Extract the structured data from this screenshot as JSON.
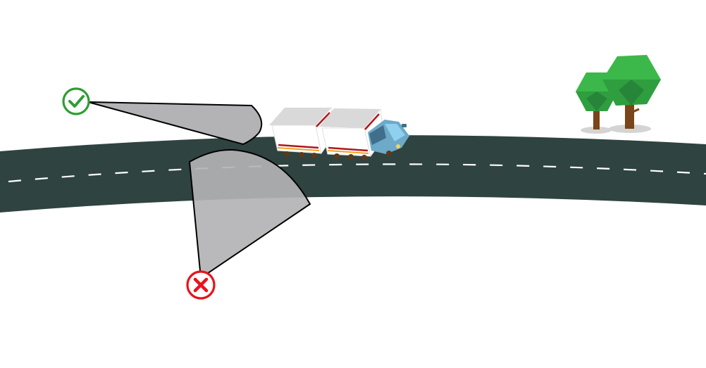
{
  "diagram": {
    "colors": {
      "background": "#ffffff",
      "road": "#2f4340",
      "road_marking": "#ffffff",
      "view_cone_fill": "#b3b2b4",
      "view_cone_stroke": "#000000",
      "correct": "#2e9e32",
      "incorrect": "#e8131b",
      "tree_light": "#3cb84a",
      "tree_mid": "#2f9e3e",
      "tree_dark": "#27853a",
      "trunk": "#7a4518",
      "shadow": "#d4d4d4",
      "truck_body": "#ffffff",
      "truck_roof": "#d9d9d9",
      "truck_stripe_red": "#b3151c",
      "truck_stripe_orange": "#f0a21d",
      "cab": "#6da9c8",
      "cab_window": "#8fd0ee"
    },
    "cameras": [
      {
        "status": "correct",
        "icon": "check-icon"
      },
      {
        "status": "incorrect",
        "icon": "cross-icon"
      }
    ],
    "vehicle": {
      "type": "road-train",
      "icon": "truck-icon",
      "trailers": 2
    },
    "scenery": {
      "icon": "tree-icon",
      "count": 2
    }
  }
}
